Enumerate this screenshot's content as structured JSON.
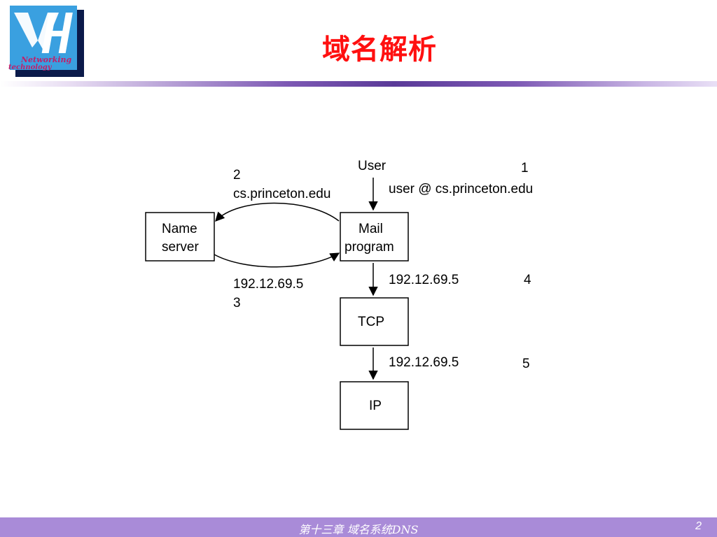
{
  "slide": {
    "title": "域名解析",
    "logo": {
      "text_line1": "Networking",
      "text_line2": "technology",
      "colors": {
        "bg": "#3aa0e0",
        "border": "#0b1a4a",
        "accent": "#ffffff"
      }
    },
    "footer": {
      "text": "第十三章  域名系统DNS",
      "page_number": "2"
    }
  },
  "diagram": {
    "nodes": {
      "name_server": [
        "Name",
        "server"
      ],
      "mail_program": [
        "Mail",
        "program"
      ],
      "tcp": "TCP",
      "ip": "IP"
    },
    "labels": {
      "user": "User",
      "step1_num": "1",
      "step1_text": "user @ cs.princeton.edu",
      "step2_num": "2",
      "step2_text": "cs.princeton.edu",
      "step3_text": "192.12.69.5",
      "step3_num": "3",
      "step4_text": "192.12.69.5",
      "step4_num": "4",
      "step5_text": "192.12.69.5",
      "step5_num": "5"
    }
  }
}
